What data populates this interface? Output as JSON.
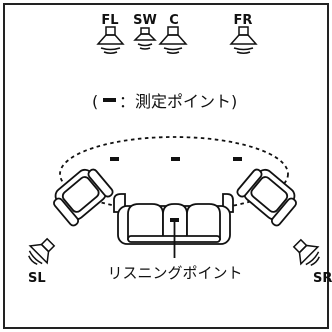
{
  "speakers": {
    "fl": "FL",
    "sw": "SW",
    "c": "C",
    "fr": "FR",
    "sl": "SL",
    "sr": "SR"
  },
  "legend": {
    "open_paren": "(",
    "colon_text": "：測定ポイント)"
  },
  "listening_point_label": "リスニングポイント"
}
